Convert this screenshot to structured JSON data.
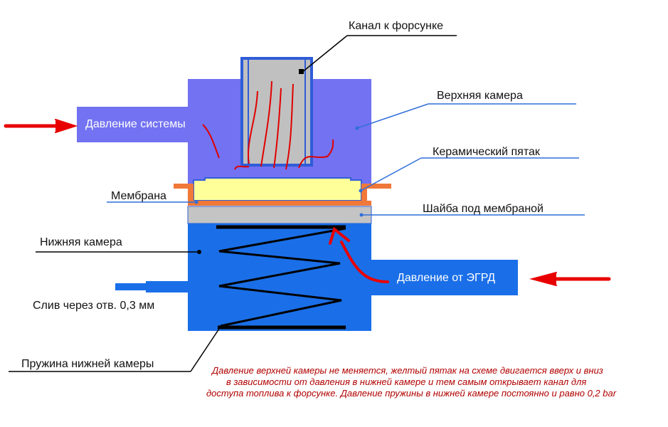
{
  "labels": {
    "channel": "Канал к форсунке",
    "upper_chamber": "Верхняя камера",
    "system_pressure": "Давление системы",
    "ceramic_disc": "Керамический пятак",
    "membrane": "Мембрана",
    "washer": "Шайба под мембраной",
    "lower_chamber": "Нижняя камера",
    "egrd_pressure": "Давление от ЭГРД",
    "drain": "Слив через отв. 0,3 мм",
    "spring": "Пружина нижней камеры"
  },
  "note": {
    "line1": "Давление верхней камеры не меняется, желтый пятак на схеме двигается вверх и вниз",
    "line2": "в зависимости от давления в нижней камере и тем самым открывает канал для",
    "line3": "доступа топлива к форсунке. Давление пружины в нижней камере постоянно и равно 0,2 bar"
  },
  "colors": {
    "upper": "#7272f2",
    "lower": "#1a6fe8",
    "channel": "#c0c0c0",
    "ceramic": "#ffff99",
    "membrane": "#f07838",
    "washer": "#c4c4c4",
    "arrow": "#e80000",
    "note": "#b00000"
  }
}
